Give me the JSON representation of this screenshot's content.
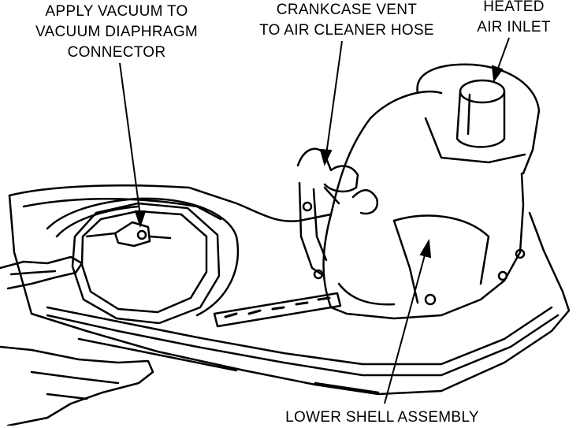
{
  "callouts": {
    "vacuum": [
      "APPLY VACUUM TO",
      "VACUUM DIAPHRAGM",
      "CONNECTOR"
    ],
    "vent": [
      "CRANKCASE VENT",
      "TO AIR CLEANER HOSE"
    ],
    "inlet": [
      "HEATED",
      "AIR INLET"
    ],
    "shell": [
      "LOWER SHELL ASSEMBLY"
    ]
  }
}
